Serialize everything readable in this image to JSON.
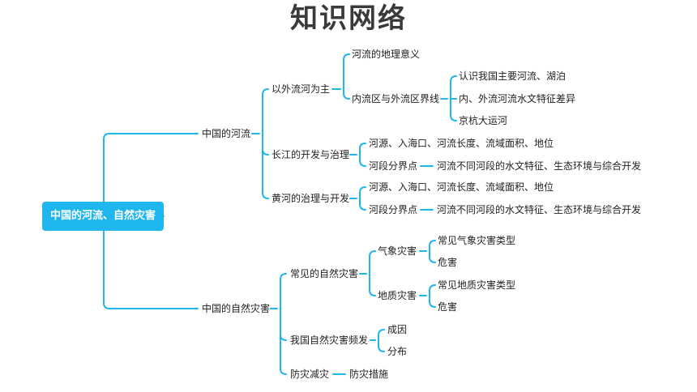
{
  "title": "知识网络",
  "root": "中国的河流、自然灾害",
  "branch_rivers": {
    "label": "中国的河流",
    "outflow": {
      "label": "以外流河为主",
      "geo_significance": "河流的地理意义",
      "boundary": {
        "label": "内流区与外流区界线",
        "items": [
          "认识我国主要河流、湖泊",
          "内、外流河流水文特征差异",
          "京杭大运河"
        ]
      }
    },
    "yangtze": {
      "label": "长江的开发与治理",
      "overview": "河源、入海口、河流长度、流域面积、地位",
      "segment": "河段分界点",
      "segment_detail": "河流不同河段的水文特征、生态环境与综合开发"
    },
    "yellow": {
      "label": "黄河的治理与开发",
      "overview": "河源、入海口、河流长度、流域面积、地位",
      "segment": "河段分界点",
      "segment_detail": "河流不同河段的水文特征、生态环境与综合开发"
    }
  },
  "branch_disasters": {
    "label": "中国的自然灾害",
    "common": {
      "label": "常见的自然灾害",
      "meteorological": {
        "label": "气象灾害",
        "items": [
          "常见气象灾害类型",
          "危害"
        ]
      },
      "geological": {
        "label": "地质灾害",
        "items": [
          "常见地质灾害类型",
          "危害"
        ]
      }
    },
    "frequent": {
      "label": "我国自然灾害频发",
      "items": [
        "成因",
        "分布"
      ]
    },
    "prevention": {
      "label": "防灾减灾",
      "measure": "防灾措施"
    }
  },
  "colors": {
    "accent": "#1fb6ee",
    "title": "#3a3a3a",
    "text": "#222222"
  }
}
